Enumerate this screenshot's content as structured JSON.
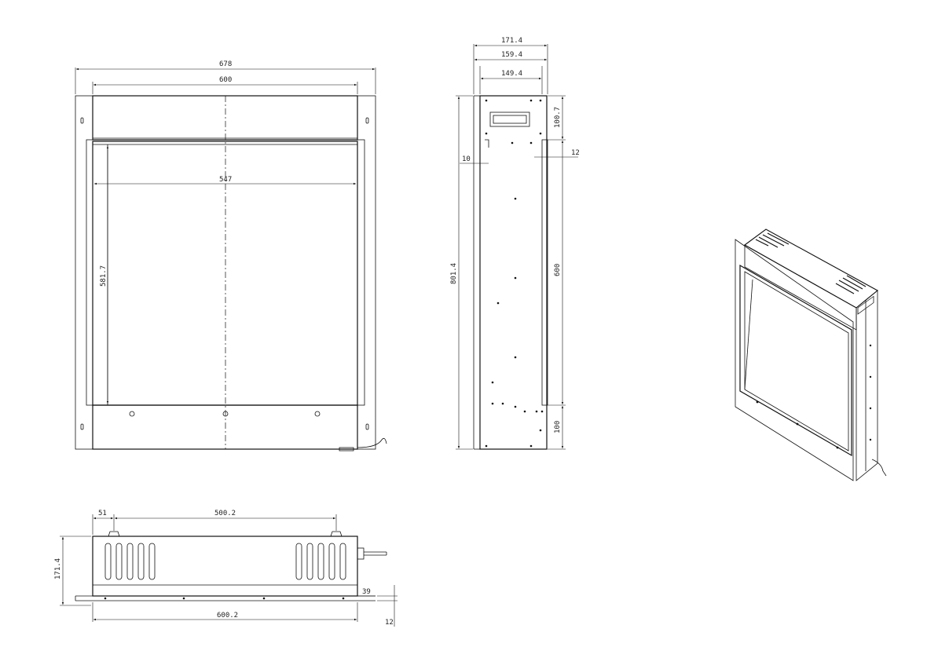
{
  "front_view": {
    "overall_width": "678",
    "inner_width": "600",
    "opening_width": "547",
    "opening_height": "581.7"
  },
  "side_view": {
    "depth_total": "171.4",
    "depth_mid": "159.4",
    "depth_inner": "149.4",
    "top_offset": "100.7",
    "flange_10": "10",
    "flange_12": "12",
    "overall_height": "801.4",
    "body_height": "600",
    "bottom_offset": "100"
  },
  "top_view": {
    "edge_offset": "51",
    "vent_spacing": "500.2",
    "depth": "171.4",
    "cable_offset": "39",
    "width": "600.2",
    "flange_thickness": "12"
  }
}
